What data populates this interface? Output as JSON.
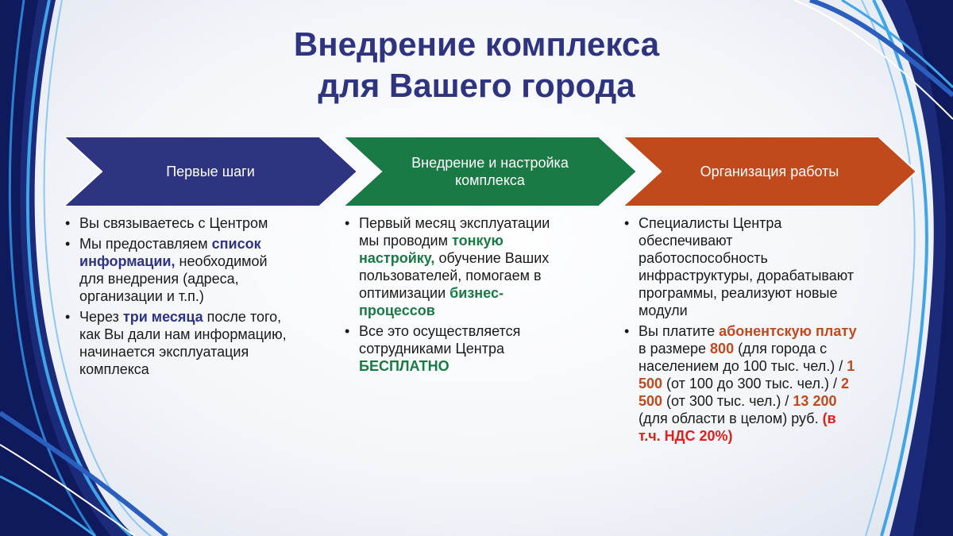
{
  "title": {
    "line1": "Внедрение комплекса",
    "line2": "для Вашего города"
  },
  "colors": {
    "title": "#2f3480",
    "step1": "#2f3480",
    "step2": "#1a7a45",
    "step3": "#c04a1c",
    "highlight_red": "#e0201a"
  },
  "steps": [
    {
      "label": "Первые шаги"
    },
    {
      "label": "Внедрение и настройка комплекса"
    },
    {
      "label": "Организация работы"
    }
  ],
  "col1": {
    "b1": "Вы связываетесь с Центром",
    "b2_pre": "Мы предоставляем ",
    "b2_hl": "список информации,",
    "b2_post": " необходимой для внедрения (адреса, организации и т.п.)",
    "b3_pre": "Через ",
    "b3_hl": "три месяца",
    "b3_post": " после того, как Вы дали нам информацию, начинается эксплуатация комплекса"
  },
  "col2": {
    "b1_pre": "Первый месяц эксплуатации мы проводим ",
    "b1_hl1": "тонкую настройку,",
    "b1_mid": " обучение Ваших пользователей, помогаем в оптимизации ",
    "b1_hl2": "бизнес-процессов",
    "b2_pre": "Все это осуществляется сотрудниками Центра ",
    "b2_hl": "БЕСПЛАТНО"
  },
  "col3": {
    "b1": "Специалисты Центра обеспечивают работоспособность инфраструктуры, дорабатывают программы, реализуют новые модули",
    "b2_pre": "Вы платите ",
    "b2_hl1": "абонентскую плату",
    "b2_t1": " в размере ",
    "b2_v1": "800",
    "b2_t2": " (для города с населением до 100 тыс. чел.) / ",
    "b2_v2": "1 500",
    "b2_t3": " (от 100 до 300 тыс. чел.) / ",
    "b2_v3": "2 500",
    "b2_t4": " (от 300 тыс. чел.) / ",
    "b2_v4": "13 200",
    "b2_t5": " (для области в целом) руб. ",
    "b2_vat": "(в т.ч. НДС 20%)"
  }
}
